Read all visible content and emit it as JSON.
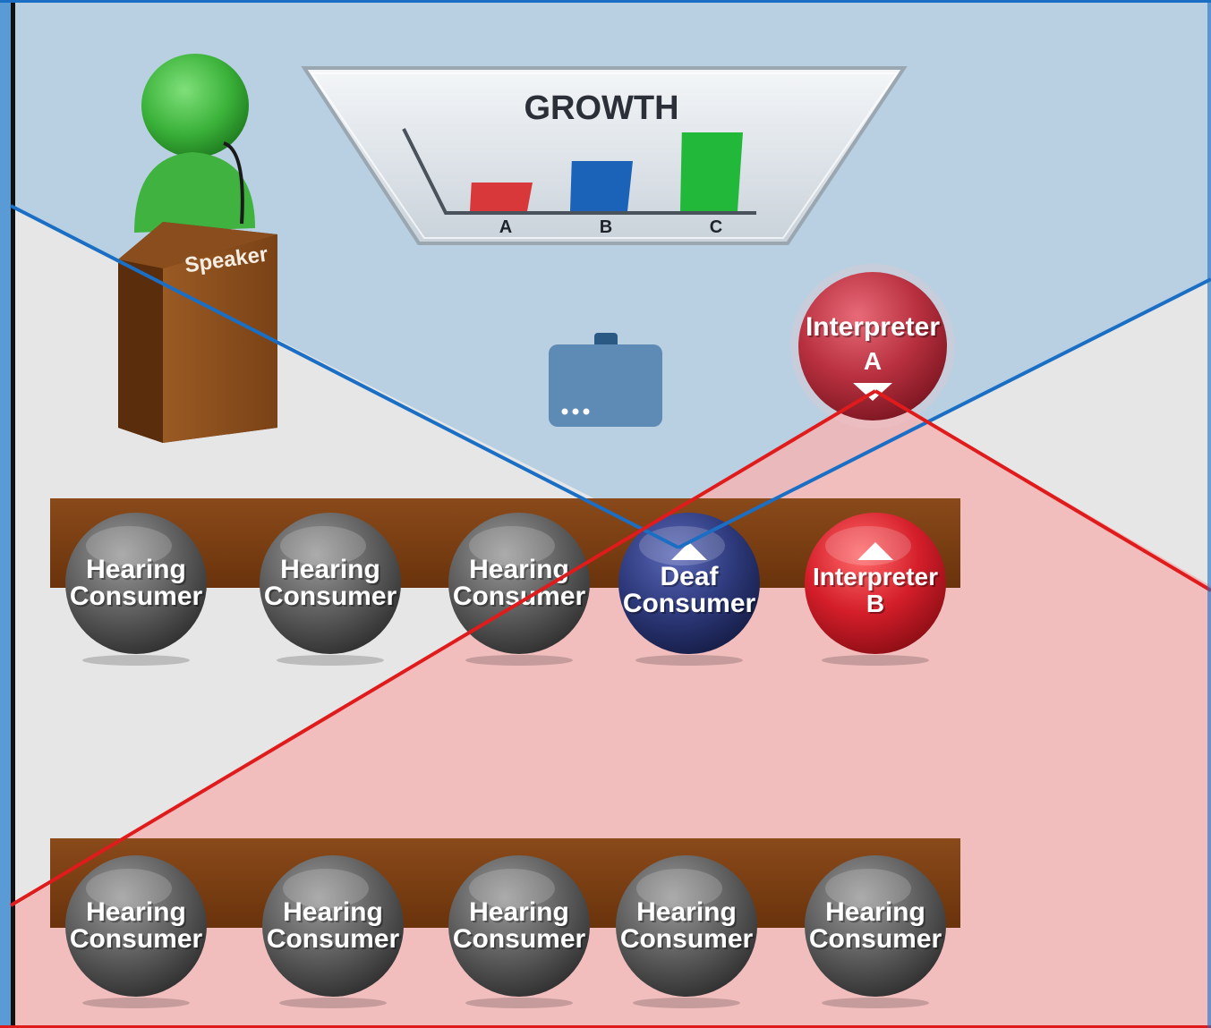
{
  "speaker": {
    "label": "Speaker"
  },
  "screen": {
    "title": "GROWTH",
    "chart_data": {
      "type": "bar",
      "categories": [
        "A",
        "B",
        "C"
      ],
      "values": [
        1,
        1.75,
        2.75
      ],
      "title": "GROWTH",
      "xlabel": "",
      "ylabel": "",
      "colors": [
        "#d9383a",
        "#1a63b8",
        "#22b83a"
      ]
    }
  },
  "device": {
    "icon": "media-device-icon"
  },
  "interpreter_a": {
    "line1": "Interpreter",
    "line2": "A"
  },
  "row1": [
    {
      "line1": "Hearing",
      "line2": "Consumer",
      "kind": "hearing"
    },
    {
      "line1": "Hearing",
      "line2": "Consumer",
      "kind": "hearing"
    },
    {
      "line1": "Hearing",
      "line2": "Consumer",
      "kind": "hearing"
    },
    {
      "line1": "Deaf",
      "line2": "Consumer",
      "kind": "deaf"
    },
    {
      "line1": "Interpreter",
      "line2": "B",
      "kind": "interpreter"
    }
  ],
  "row2": [
    {
      "line1": "Hearing",
      "line2": "Consumer",
      "kind": "hearing"
    },
    {
      "line1": "Hearing",
      "line2": "Consumer",
      "kind": "hearing"
    },
    {
      "line1": "Hearing",
      "line2": "Consumer",
      "kind": "hearing"
    },
    {
      "line1": "Hearing",
      "line2": "Consumer",
      "kind": "hearing"
    },
    {
      "line1": "Hearing",
      "line2": "Consumer",
      "kind": "hearing"
    }
  ],
  "colors": {
    "sightline_blue": "#1a6fc4",
    "sightline_red": "#e01b1b",
    "blue_zone": "#b3cde0",
    "red_zone": "#f2b5b5",
    "table": "#7a3e12",
    "hearing": "#6a6a6a",
    "deaf": "#2e3a7c",
    "interpreter": "#d41e2a"
  }
}
